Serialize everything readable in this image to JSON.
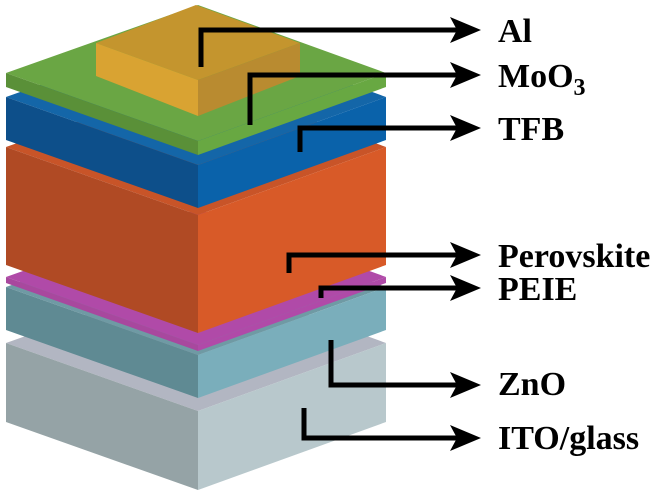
{
  "title": "Device layer stack",
  "layers": [
    {
      "id": "al",
      "label": "Al",
      "colors": {
        "top": "#c4952e",
        "left": "#d9a332",
        "right": "#b98b30"
      }
    },
    {
      "id": "moo3",
      "label": "MoO",
      "subscript": "3",
      "colors": {
        "top": "#6aa644",
        "left": "#5a9038",
        "right": "#68a842"
      }
    },
    {
      "id": "tfb",
      "label": "TFB",
      "colors": {
        "top": "#1466a8",
        "left": "#0d4f8a",
        "right": "#0a62aa"
      }
    },
    {
      "id": "perovskite",
      "label": "Perovskite",
      "colors": {
        "top": "#c85428",
        "left": "#b04a24",
        "right": "#d85a28"
      }
    },
    {
      "id": "peie",
      "label": "PEIE",
      "colors": {
        "top": "#b04aa8",
        "left": "#a8489e",
        "right": "#b04aa8"
      }
    },
    {
      "id": "zno",
      "label": "ZnO",
      "colors": {
        "top": "#6f9aa4",
        "left": "#5f8a93",
        "right": "#7aaebb"
      }
    },
    {
      "id": "ito",
      "label": "ITO/glass",
      "colors": {
        "top": "#b2b6c2",
        "left": "#95a3a6",
        "right": "#b8c8cc"
      }
    }
  ]
}
